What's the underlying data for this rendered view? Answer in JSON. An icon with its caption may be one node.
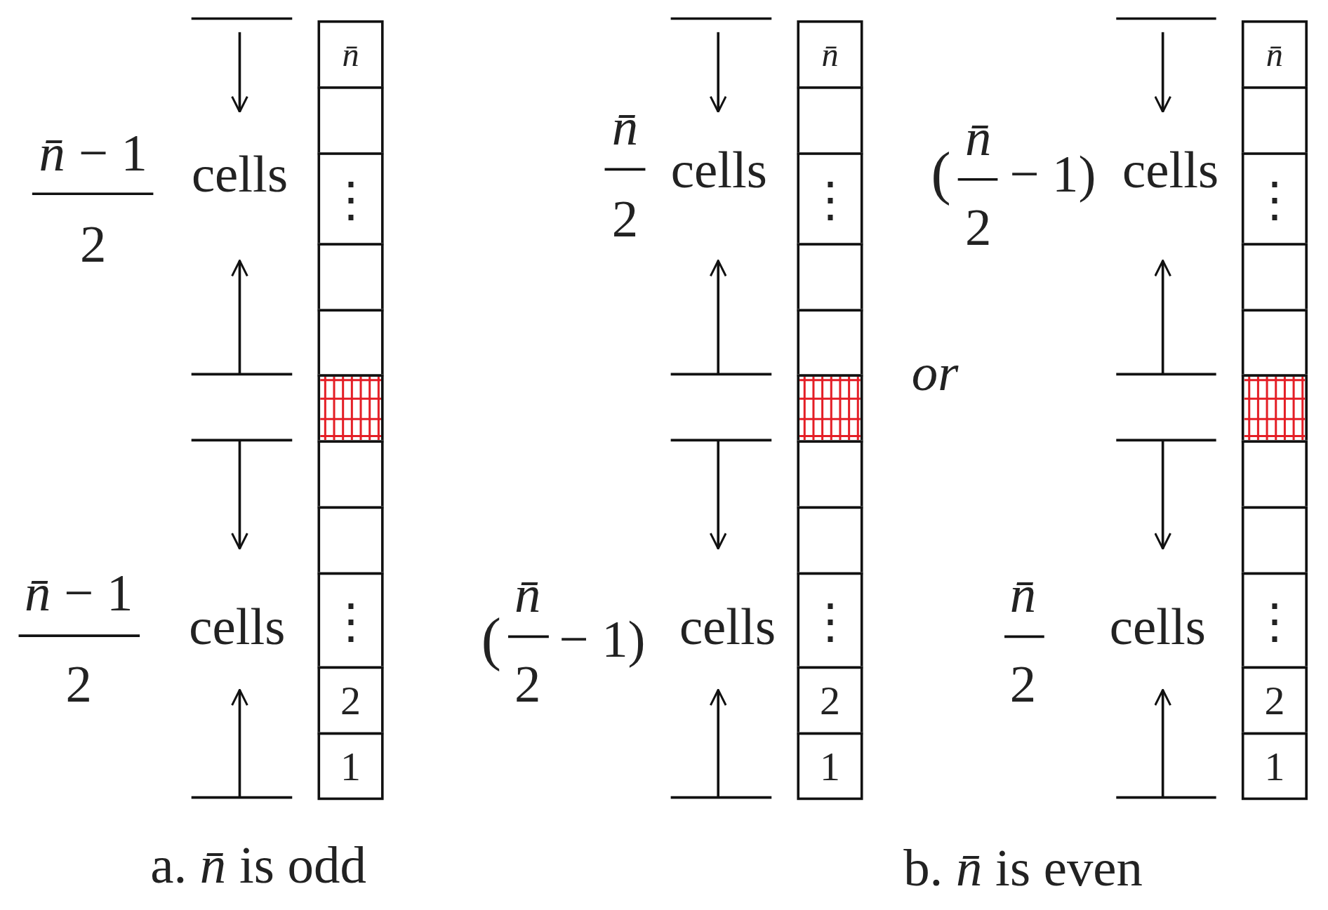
{
  "diagram": {
    "nodes": [
      {
        "text": [
          "*n̄*"
        ]
      },
      {
        "text": [],
        "shape": "box"
      },
      {
        "text": [
          "⋮"
        ]
      },
      {
        "text": [],
        "shape": "box"
      },
      {
        "text": [],
        "shape": "box"
      },
      {
        "text": [],
        "shape": "box"
      },
      {
        "text": [],
        "shape": "box"
      },
      {
        "text": [],
        "shape": "box"
      },
      {
        "text": [
          "⋮"
        ]
      },
      {
        "text": [
          "2"
        ]
      },
      {
        "text": [
          "1"
        ]
      },
      {
        "text": [
          "*n̄*"
        ]
      },
      {
        "text": [],
        "shape": "box"
      },
      {
        "text": [
          "⋮"
        ]
      },
      {
        "text": [],
        "shape": "box"
      },
      {
        "text": [],
        "shape": "box"
      },
      {
        "text": [],
        "shape": "box"
      },
      {
        "text": [],
        "shape": "box"
      },
      {
        "text": [],
        "shape": "box"
      },
      {
        "text": [
          "⋮"
        ]
      },
      {
        "text": [
          "2"
        ]
      },
      {
        "text": [
          "1"
        ]
      },
      {
        "text": [
          "*n̄*"
        ]
      },
      {
        "text": [],
        "shape": "box"
      },
      {
        "text": [
          "⋮"
        ]
      },
      {
        "text": [],
        "shape": "box"
      },
      {
        "text": [],
        "shape": "box"
      },
      {
        "text": [],
        "shape": "box"
      },
      {
        "text": [],
        "shape": "box"
      },
      {
        "text": [],
        "shape": "box"
      },
      {
        "text": [
          "⋮"
        ]
      },
      {
        "text": [
          "2"
        ]
      },
      {
        "text": [
          "1"
        ]
      }
    ],
    "labels": [
      "*n̄* − 1",
      "2",
      "cells",
      "*n̄*",
      "2",
      "cells",
      "(",
      "*n̄*",
      "2",
      "− 1)",
      "cells",
      "or",
      "*n̄* − 1",
      "2",
      "cells",
      "(",
      "*n̄*",
      "2",
      "− 1)",
      "cells",
      "*n̄*",
      "2",
      "cells",
      "a. *n̄* is odd",
      "b. *n̄* is even"
    ]
  }
}
